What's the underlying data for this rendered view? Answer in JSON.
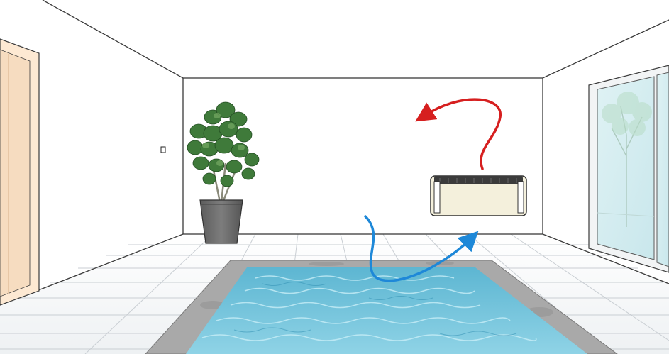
{
  "scene": {
    "colors": {
      "wall_line": "#3a3a3a",
      "door_frame": "#fde9d3",
      "door_shade": "#f3d3b3",
      "pool_water": "#6fc3db",
      "pool_water_dark": "#3fa3c4",
      "pool_rim": "#a9a9a9",
      "floor_tile_line": "#c9ced3",
      "plant_leaf": "#3f7a3a",
      "plant_pot": "#6b6b6b",
      "heater_body": "#f4f0dc",
      "heater_grille": "#3b3b3b",
      "cold_air_arrow": "#1e88d8",
      "warm_air_arrow": "#d61f1f",
      "window_glass": "#d6eef2"
    },
    "objects": {
      "left_door": "door",
      "plant": "potted-plant",
      "light_switch": "wall-switch",
      "heater": "wall-mounted-dehumidifier",
      "pool": "indoor-pool",
      "right_window": "sliding-glass-door",
      "blue_arrow": "cold-humid-air-arrow",
      "red_arrow": "warm-dry-air-arrow"
    }
  }
}
